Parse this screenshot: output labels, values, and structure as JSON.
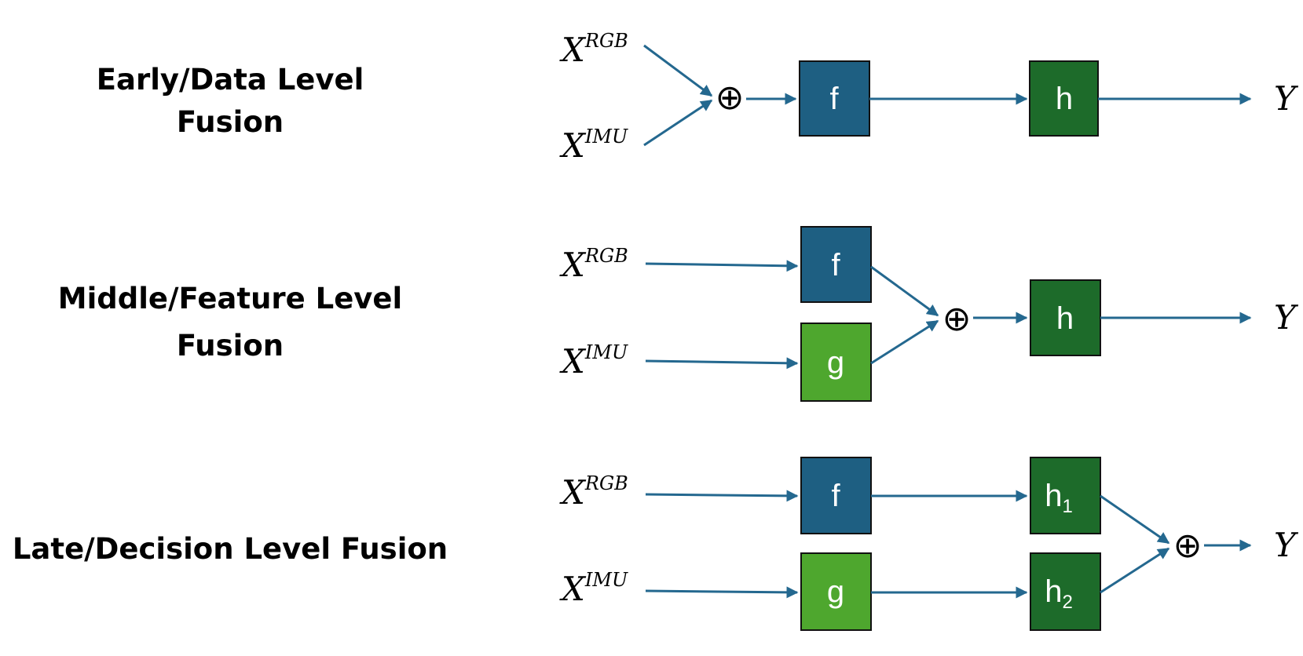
{
  "rows": [
    {
      "label_line1": "Early/Data Level",
      "label_line2": "Fusion",
      "input_top": {
        "base": "X",
        "sup": "RGB"
      },
      "input_bottom": {
        "base": "X",
        "sup": "IMU"
      },
      "box_f": "f",
      "box_h": "h",
      "output": "Y"
    },
    {
      "label_line1": "Middle/Feature Level",
      "label_line2": "Fusion",
      "input_top": {
        "base": "X",
        "sup": "RGB"
      },
      "input_bottom": {
        "base": "X",
        "sup": "IMU"
      },
      "box_f": "f",
      "box_g": "g",
      "box_h": "h",
      "output": "Y"
    },
    {
      "label_line1": "Late/Decision Level Fusion",
      "input_top": {
        "base": "X",
        "sup": "RGB"
      },
      "input_bottom": {
        "base": "X",
        "sup": "IMU"
      },
      "box_f": "f",
      "box_g": "g",
      "box_h1": {
        "base": "h",
        "sub": "1"
      },
      "box_h2": {
        "base": "h",
        "sub": "2"
      },
      "output": "Y"
    }
  ],
  "fusion_symbol": "⊕",
  "colors": {
    "f_box": "#1e5f82",
    "g_box": "#4ea72e",
    "h_box": "#1d6b2a",
    "box_border": "#111111",
    "arrow": "#24688f"
  }
}
